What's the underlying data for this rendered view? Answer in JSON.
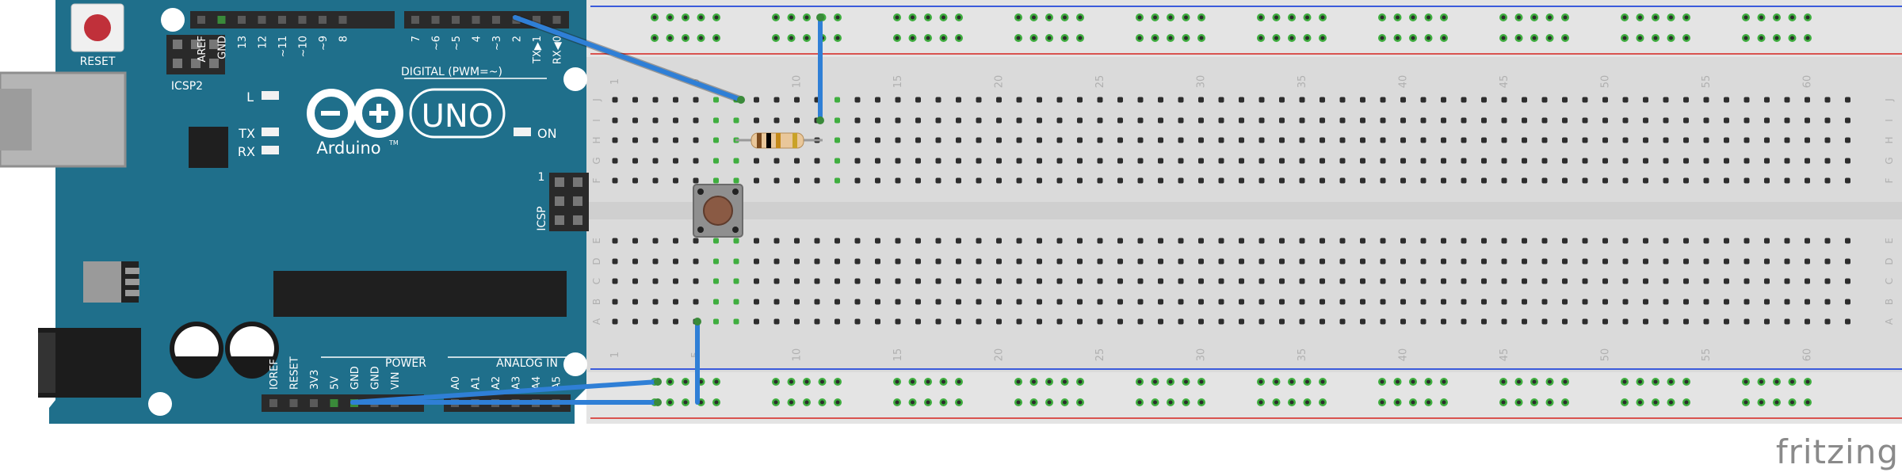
{
  "arduino": {
    "reset_label": "RESET",
    "icsp2_label": "ICSP2",
    "icsp_label": "ICSP",
    "icsp_pin1": "1",
    "l_label": "L",
    "tx_label": "TX",
    "rx_label": "RX",
    "on_label": "ON",
    "uno_logo": "UNO",
    "brand": "Arduino",
    "trademark": "TM",
    "digital_header": "DIGITAL (PWM=~)",
    "power_header": "POWER",
    "analog_header": "ANALOG IN",
    "digital_pins_left": [
      "AREF",
      "GND",
      "13",
      "12",
      "~11",
      "~10",
      "~9",
      "8"
    ],
    "digital_pins_right": [
      "7",
      "~6",
      "~5",
      "4",
      "~3",
      "2",
      "TX▶1",
      "RX◀0"
    ],
    "power_pins": [
      "IOREF",
      "RESET",
      "3V3",
      "5V",
      "GND",
      "GND",
      "VIN"
    ],
    "analog_pins": [
      "A0",
      "A1",
      "A2",
      "A3",
      "A4",
      "A5"
    ],
    "board_color": "#1f6f8b"
  },
  "breadboard": {
    "column_numbers": [
      "1",
      "5",
      "10",
      "15",
      "20",
      "25",
      "30",
      "35",
      "40",
      "45",
      "50",
      "55",
      "60"
    ],
    "row_letters_top": [
      "J",
      "I",
      "H",
      "G",
      "F"
    ],
    "row_letters_bottom": [
      "E",
      "D",
      "C",
      "B",
      "A"
    ],
    "rail_red": "#d9534f",
    "rail_blue": "#3b5bdb"
  },
  "components": {
    "resistor_bands": [
      "#7a4a1e",
      "#000000",
      "#c58a1a",
      "#c9a227"
    ],
    "button_cap_color": "#8a5a44",
    "wire_color": "#2f7fd6"
  },
  "watermark": "fritzing"
}
